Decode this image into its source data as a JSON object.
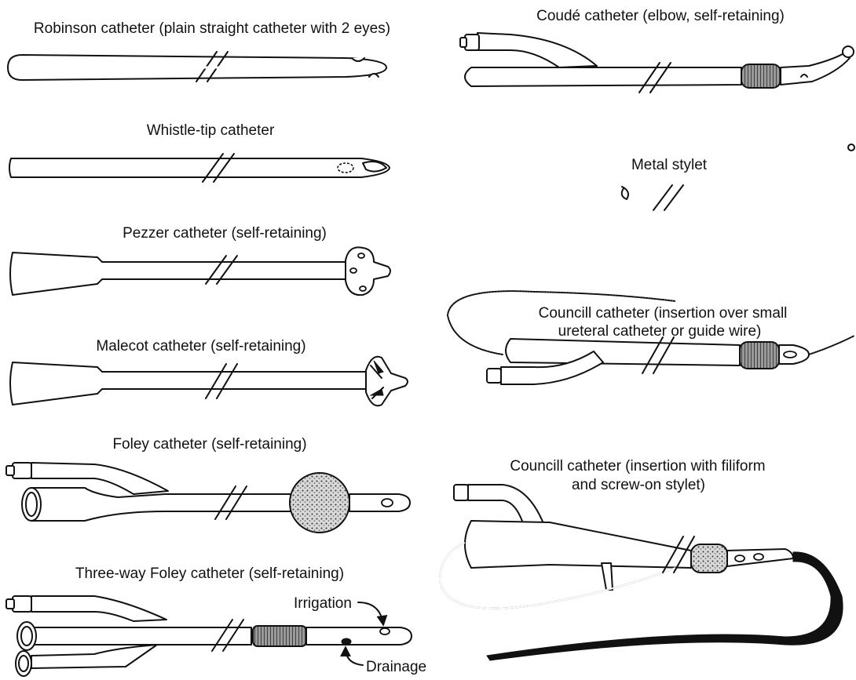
{
  "figure": {
    "labels": {
      "robinson": "Robinson catheter (plain straight catheter with 2 eyes)",
      "whistle": "Whistle-tip catheter",
      "pezzer": "Pezzer catheter (self-retaining)",
      "malecot": "Malecot catheter (self-retaining)",
      "foley": "Foley catheter (self-retaining)",
      "threeway": "Three-way Foley catheter (self-retaining)",
      "irrigation": "Irrigation",
      "drainage": "Drainage",
      "coude": "Coudé catheter (elbow, self-retaining)",
      "stylet": "Metal stylet",
      "councill1_line1": "Councill catheter (insertion over small",
      "councill1_line2": "ureteral catheter or guide wire)",
      "councill2_line1": "Councill catheter (insertion with filiform",
      "councill2_line2": "and screw-on stylet)"
    }
  }
}
